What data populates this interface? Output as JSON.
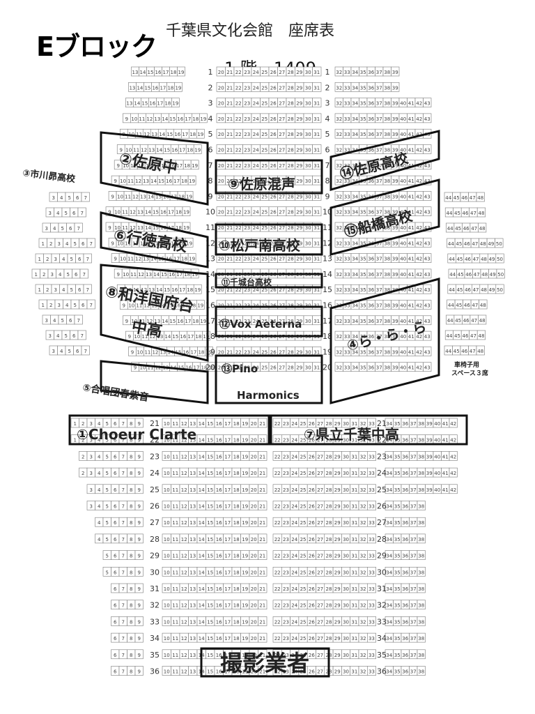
{
  "header": {
    "block_title": "Eブロック",
    "venue_title": "千葉県文化会館　座席表",
    "floor_label": "1 階　1409"
  },
  "row_numbers_upper": [
    "1",
    "2",
    "3",
    "4",
    "5",
    "6",
    "7",
    "8",
    "9",
    "10",
    "11",
    "12",
    "13",
    "14",
    "15",
    "16",
    "17",
    "18",
    "19",
    "20"
  ],
  "row_numbers_lower": [
    "21",
    "22",
    "23",
    "24",
    "25",
    "26",
    "27",
    "28",
    "29",
    "30",
    "31",
    "32",
    "33",
    "34",
    "35",
    "36"
  ],
  "center_seat_range": [
    "20",
    "21",
    "22",
    "23",
    "24",
    "25",
    "26",
    "27",
    "28",
    "29",
    "30",
    "31"
  ],
  "groups": [
    {
      "label": "①Choeur Clarte"
    },
    {
      "label": "②佐原中"
    },
    {
      "label": "③市川昴高校"
    },
    {
      "label": "④ら・ら・ら"
    },
    {
      "label": "⑤合唱団春紫音"
    },
    {
      "label": "⑥行徳高校"
    },
    {
      "label": "⑦県立千葉中高"
    },
    {
      "label": "⑧和洋国府台"
    },
    {
      "label": "中高"
    },
    {
      "label": "⑨佐原混声"
    },
    {
      "label": "⑩松戸南高校"
    },
    {
      "label": "⑪千城台高校"
    },
    {
      "label": "⑫Vox Aeterna"
    },
    {
      "label": "⑬Pino"
    },
    {
      "label": "Harmonics"
    },
    {
      "label": "⑭佐原高校"
    },
    {
      "label": "⑮船橋高校"
    }
  ],
  "press_label": "撮影業者",
  "wheelchair_note": {
    "line1": "車椅子用",
    "line2": "スペース３席"
  }
}
